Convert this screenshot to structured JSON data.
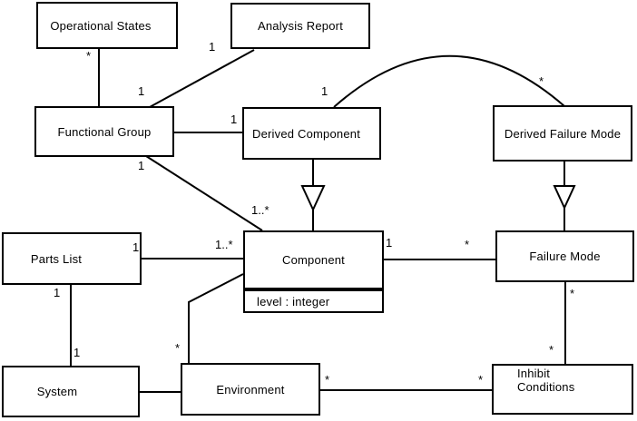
{
  "diagram": {
    "kind": "uml-class-diagram",
    "background_color": "#ffffff",
    "line_color": "#000000",
    "text_color": "#000000"
  },
  "classes": {
    "operational_states": {
      "label": "Operational States"
    },
    "analysis_report": {
      "label": "Analysis Report"
    },
    "functional_group": {
      "label": "Functional Group"
    },
    "derived_component": {
      "label": "Derived Component"
    },
    "derived_failure_mode": {
      "label": "Derived Failure Mode"
    },
    "parts_list": {
      "label": "Parts List"
    },
    "component": {
      "label": "Component",
      "attribute": "level : integer"
    },
    "failure_mode": {
      "label": "Failure Mode"
    },
    "system": {
      "label": "System"
    },
    "environment": {
      "label": "Environment"
    },
    "inhibit_conditions": {
      "label_line1": "Inhibit",
      "label_line2": "Conditions"
    }
  },
  "associations": [
    {
      "from": "Operational States",
      "to": "Functional Group",
      "type": "association",
      "from_mult": "*"
    },
    {
      "from": "Analysis Report",
      "to": "Functional Group",
      "type": "association",
      "from_mult": "1",
      "to_mult": "1"
    },
    {
      "from": "Functional Group",
      "to": "Derived Component",
      "type": "association",
      "to_mult": "1"
    },
    {
      "from": "Derived Component",
      "to": "Derived Failure Mode",
      "type": "association",
      "from_mult": "1",
      "to_mult": "*"
    },
    {
      "from": "Derived Component",
      "to": "Component",
      "type": "generalization"
    },
    {
      "from": "Derived Failure Mode",
      "to": "Failure Mode",
      "type": "generalization"
    },
    {
      "from": "Functional Group",
      "to": "Component",
      "type": "association",
      "from_mult": "1",
      "to_mult": "1..*"
    },
    {
      "from": "Parts List",
      "to": "Component",
      "type": "association",
      "from_mult": "1",
      "to_mult": "1..*"
    },
    {
      "from": "Component",
      "to": "Failure Mode",
      "type": "association",
      "from_mult": "1",
      "to_mult": "*"
    },
    {
      "from": "Parts List",
      "to": "System",
      "type": "association",
      "from_mult": "1",
      "to_mult": "1"
    },
    {
      "from": "System",
      "to": "Environment",
      "type": "association"
    },
    {
      "from": "Component",
      "to": "Environment",
      "type": "association",
      "to_mult": "*"
    },
    {
      "from": "Environment",
      "to": "Inhibit Conditions",
      "type": "association",
      "from_mult": "*",
      "to_mult": "*"
    },
    {
      "from": "Failure Mode",
      "to": "Inhibit Conditions",
      "type": "association",
      "from_mult": "*",
      "to_mult": "*"
    }
  ]
}
